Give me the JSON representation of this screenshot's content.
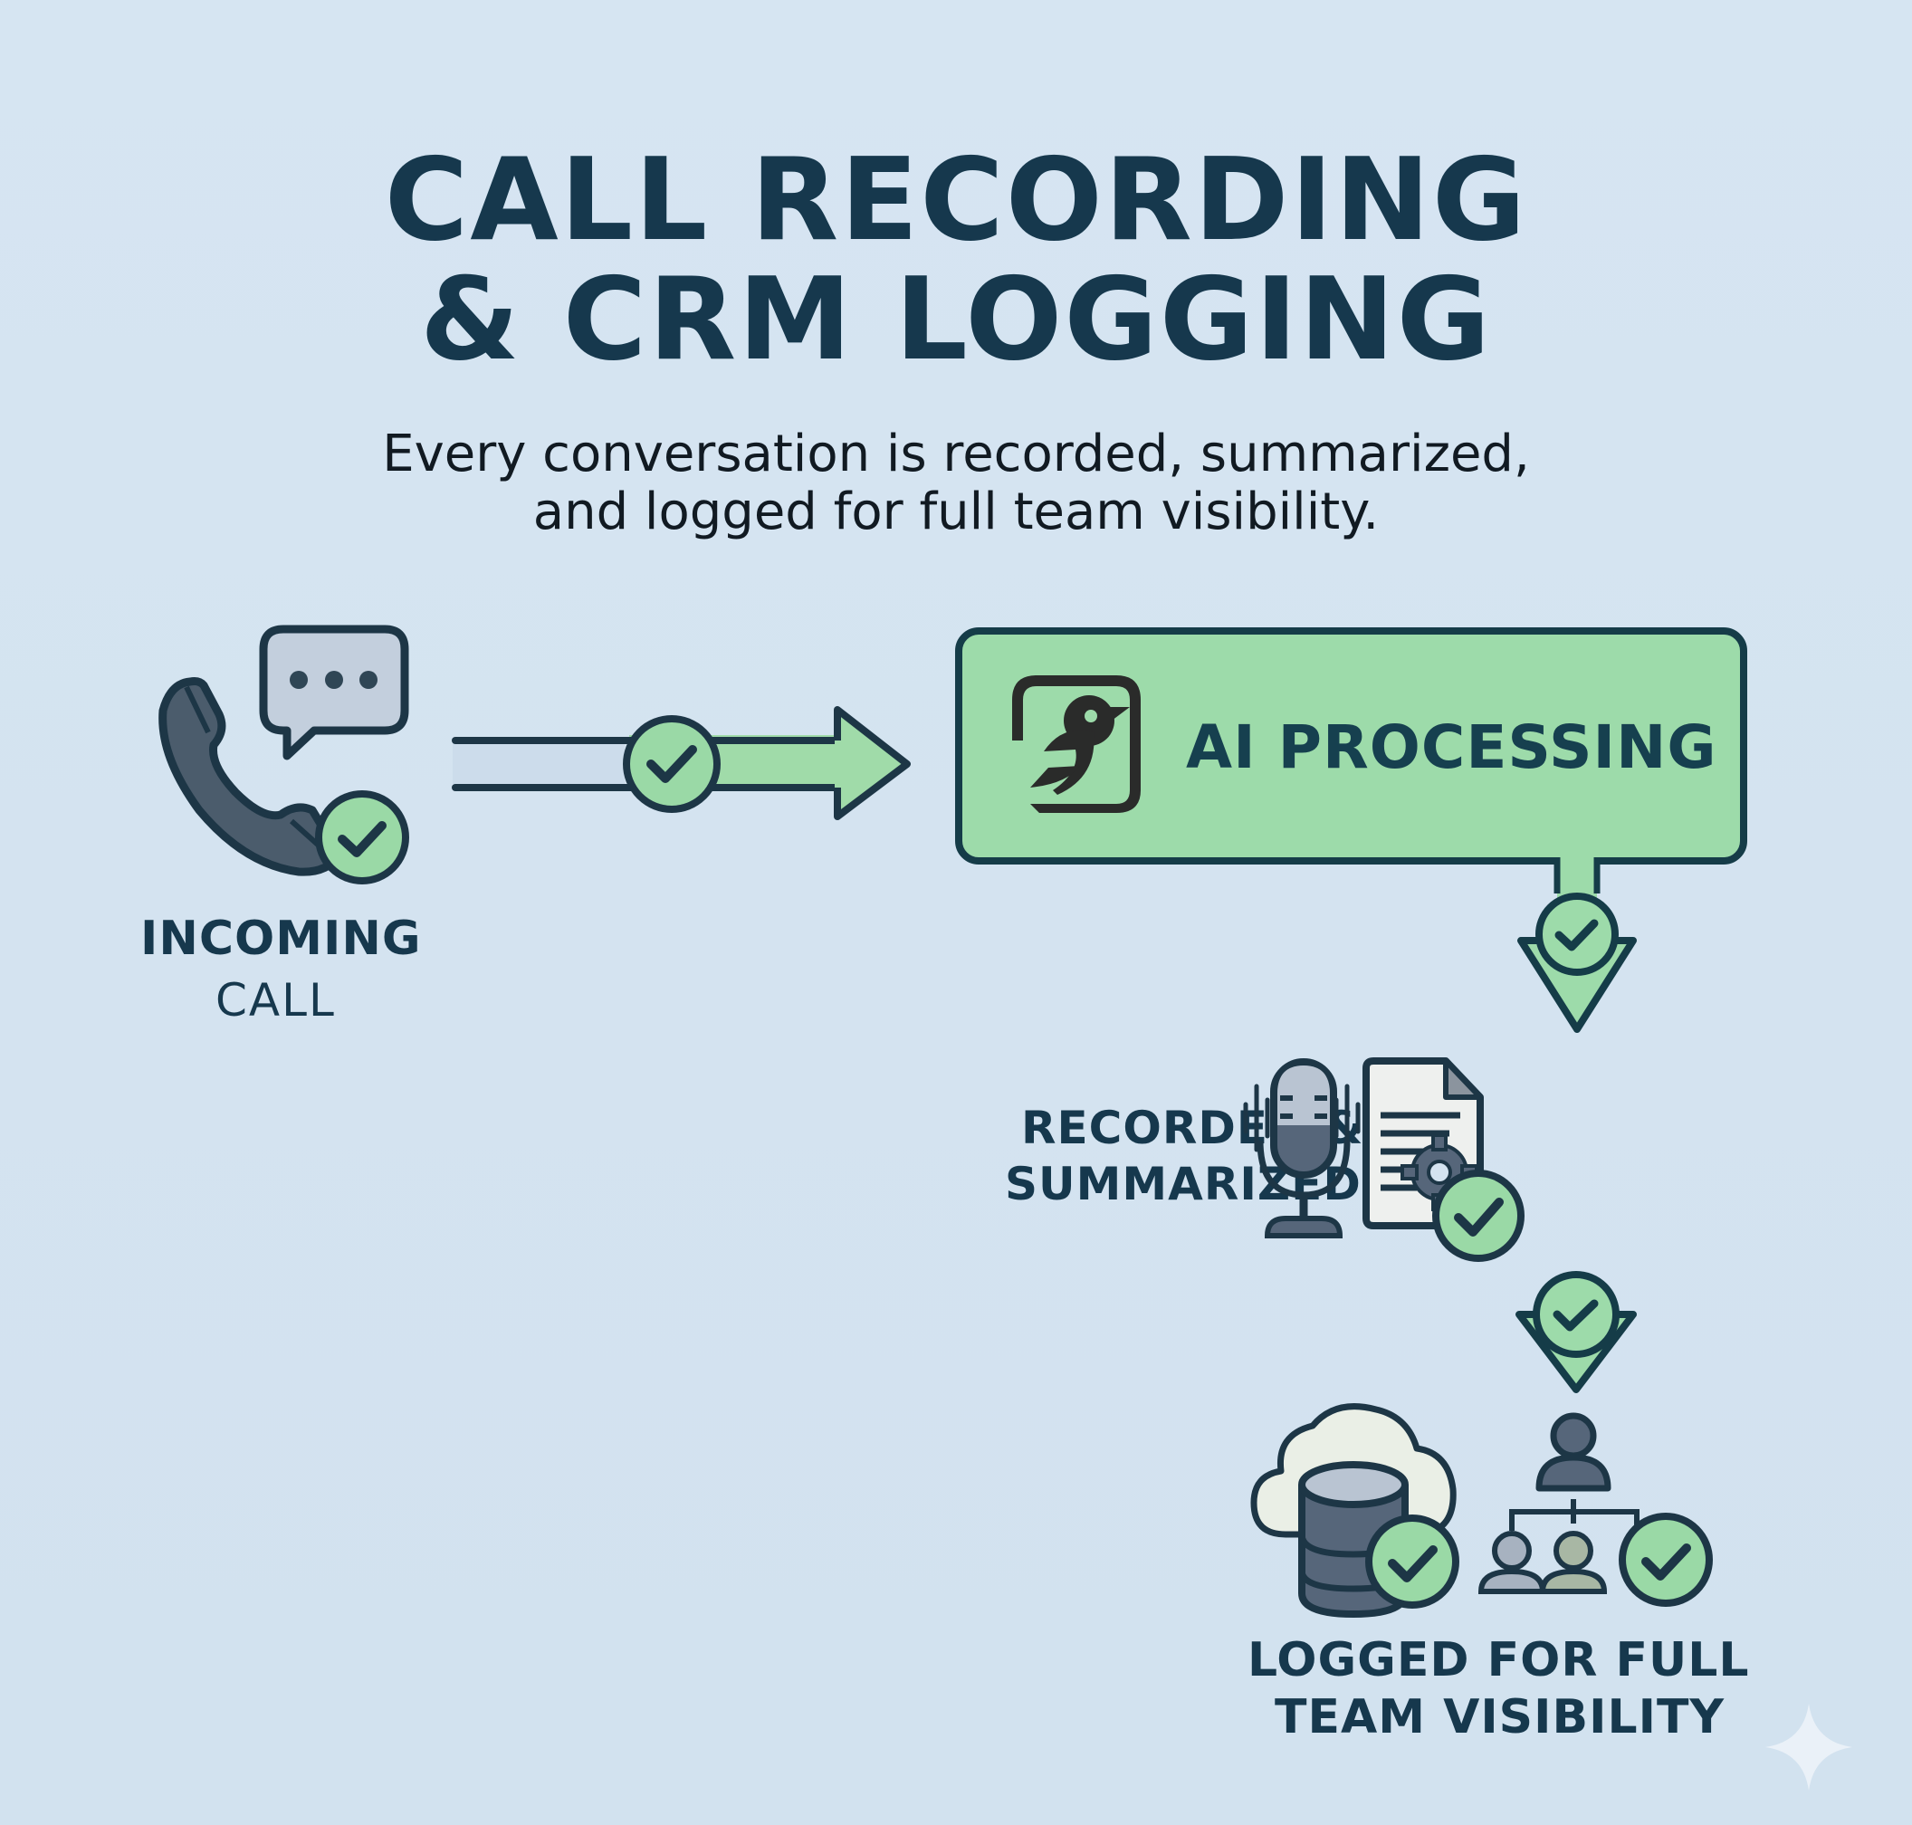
{
  "header": {
    "title_line1": "CALL RECORDING",
    "title_line2": "& CRM LOGGING",
    "subtitle_line1": "Every conversation is recorded, summarized,",
    "subtitle_line2": "and logged for full team visibility."
  },
  "steps": [
    {
      "id": "incoming-call",
      "label_line1": "INCOMING",
      "label_line2": "CALL",
      "icons": [
        "phone-icon",
        "chat-bubble-icon",
        "check-icon"
      ]
    },
    {
      "id": "ai-processing",
      "label": "AI PROCESSING",
      "icons": [
        "bird-logo-icon"
      ]
    },
    {
      "id": "recorded-summarized",
      "label_line1": "RECORDED &",
      "label_line2": "SUMMARIZED",
      "icons": [
        "microphone-icon",
        "document-icon",
        "gear-icon",
        "check-icon"
      ]
    },
    {
      "id": "logged-visibility",
      "label_line1": "LOGGED FOR FULL",
      "label_line2": "TEAM VISIBILITY",
      "icons": [
        "cloud-database-icon",
        "team-hierarchy-icon",
        "check-icon"
      ]
    }
  ],
  "connectors": [
    {
      "from": "incoming-call",
      "to": "ai-processing",
      "direction": "right",
      "status": "check"
    },
    {
      "from": "ai-processing",
      "to": "recorded-summarized",
      "direction": "down",
      "status": "check"
    },
    {
      "from": "recorded-summarized",
      "to": "logged-visibility",
      "direction": "down",
      "status": "check"
    }
  ],
  "colors": {
    "background": "#d4e3f0",
    "ink": "#16384d",
    "accent_green": "#9ddbaa",
    "outline": "#153c48",
    "icon_gray": "#56667a"
  },
  "watermark": "sparkle-icon"
}
